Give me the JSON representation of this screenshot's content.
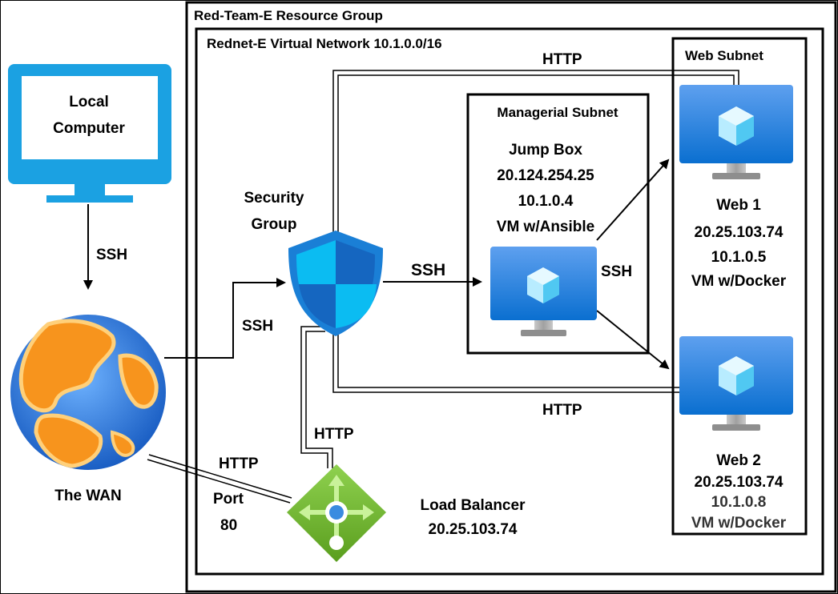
{
  "resource_group": {
    "label": "Red-Team-E Resource Group"
  },
  "vnet": {
    "label": "Rednet-E Virtual Network 10.1.0.0/16"
  },
  "web_subnet": {
    "label": "Web Subnet"
  },
  "managerial_subnet": {
    "label": "Managerial Subnet"
  },
  "local_computer": {
    "line1": "Local",
    "line2": "Computer"
  },
  "wan": {
    "label": "The WAN"
  },
  "security_group": {
    "line1": "Security",
    "line2": "Group"
  },
  "jump_box": {
    "lines": [
      "Jump Box",
      "20.124.254.25",
      "10.1.0.4",
      "VM w/Ansible"
    ]
  },
  "web1": {
    "lines": [
      "Web 1",
      "20.25.103.74",
      "10.1.0.5",
      "VM w/Docker"
    ]
  },
  "web2": {
    "lines": [
      "Web 2",
      "20.25.103.74",
      "10.1.0.8",
      "VM w/Docker"
    ]
  },
  "load_balancer": {
    "line1": "Load Balancer",
    "line2": "20.25.103.74"
  },
  "connections": {
    "ssh_local_wan": "SSH",
    "ssh_wan_sg": "SSH",
    "ssh_sg_jump": "SSH",
    "ssh_jump_web": "SSH",
    "http_top": "HTTP",
    "http_bottom": "HTTP",
    "http_sg_lb": "HTTP",
    "http_wan_lb": "HTTP",
    "port_label": "Port",
    "port_value": "80"
  },
  "colors": {
    "vm_blue_top": "#5ea0ef",
    "vm_blue_bottom": "#0078d4",
    "monitor_blue": "#1ba1e2",
    "lb_green": "#76bc2d",
    "globe_blue": "#2f7de1",
    "globe_orange": "#f7941d"
  }
}
